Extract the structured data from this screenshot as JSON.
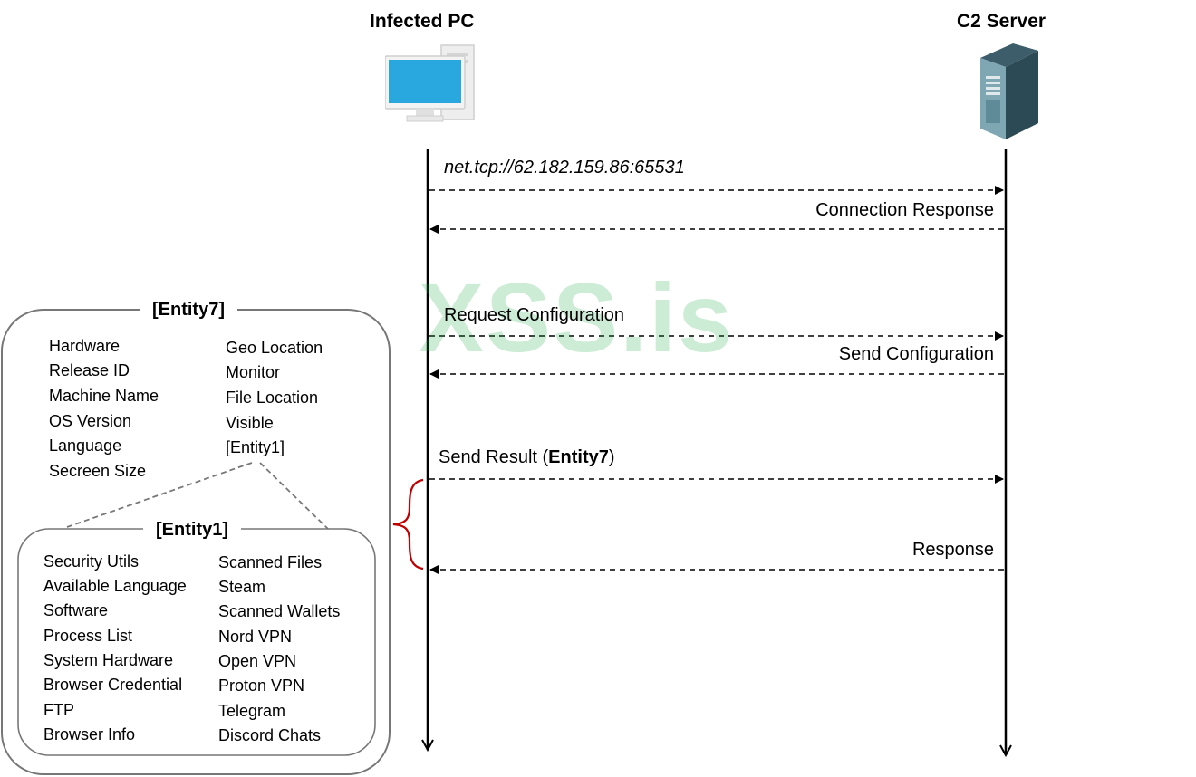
{
  "participants": {
    "left": "Infected PC",
    "right": "C2 Server"
  },
  "messages": [
    {
      "label": "net.tcp://62.182.159.86:65531",
      "direction": "to-server",
      "style": "italic"
    },
    {
      "label": "Connection Response",
      "direction": "to-client"
    },
    {
      "label": "Request Configuration",
      "direction": "to-server"
    },
    {
      "label": "Send Configuration",
      "direction": "to-client"
    },
    {
      "label_prefix": "Send Result (",
      "label_bold": "Entity7",
      "label_suffix": ")",
      "direction": "to-server"
    },
    {
      "label": "Response",
      "direction": "to-client"
    }
  ],
  "watermark": "XSS.is",
  "entity7": {
    "title": "[Entity7]",
    "left_items": [
      "Hardware",
      "Release ID",
      "Machine Name",
      "OS Version",
      "Language",
      "Secreen Size"
    ],
    "right_items": [
      "Geo Location",
      "Monitor",
      "File Location",
      "Visible",
      "[Entity1]"
    ]
  },
  "entity1": {
    "title": "[Entity1]",
    "left_items": [
      "Security Utils",
      "Available Language",
      "Software",
      "Process List",
      "System Hardware",
      "Browser Credential",
      "FTP",
      "Browser Info"
    ],
    "right_items": [
      "Scanned Files",
      "Steam",
      "Scanned Wallets",
      "Nord VPN",
      "Open VPN",
      "Proton VPN",
      "Telegram",
      "Discord Chats"
    ]
  },
  "colors": {
    "brace": "#c00000",
    "watermark": "#1fae4a",
    "monitor_screen": "#29a8e0",
    "server_dark": "#2c4a55"
  },
  "icons": {
    "left": "desktop-computer-icon",
    "right": "server-tower-icon"
  }
}
